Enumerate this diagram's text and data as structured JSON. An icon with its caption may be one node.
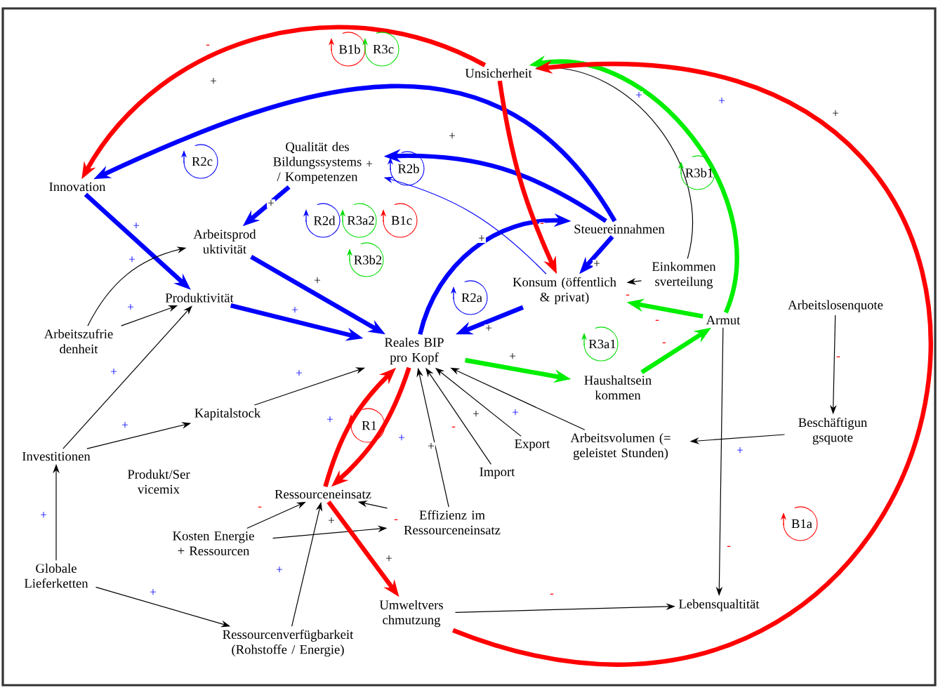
{
  "diagram": {
    "nodes": [
      {
        "text": [
          "Unsicherheit"
        ]
      },
      {
        "text": [
          "Innovation"
        ]
      },
      {
        "text": [
          "Qualität des Bildungssystems / Kompetenzen"
        ]
      },
      {
        "text": [
          "Arbeitsprod uktivität"
        ]
      },
      {
        "text": [
          "Steuereinnahmen"
        ]
      },
      {
        "text": [
          "Einkommen sverteilung"
        ]
      },
      {
        "text": [
          "Konsum (öffentlich & privat)"
        ]
      },
      {
        "text": [
          "Produktivität"
        ]
      },
      {
        "text": [
          "Arbeitszufrie denheit"
        ]
      },
      {
        "text": [
          "Armut"
        ]
      },
      {
        "text": [
          "Arbeitslosenquote"
        ]
      },
      {
        "text": [
          "Reales BIP pro Kopf"
        ]
      },
      {
        "text": [
          "Haushaltsein kommen"
        ]
      },
      {
        "text": [
          "Kapitalstock"
        ]
      },
      {
        "text": [
          "Investitionen"
        ]
      },
      {
        "text": [
          "Beschäftigun gsquote"
        ]
      },
      {
        "text": [
          "Arbeitsvolumen (= geleistet Stunden)"
        ]
      },
      {
        "text": [
          "Export"
        ]
      },
      {
        "text": [
          "Import"
        ]
      },
      {
        "text": [
          "Ressourceneinsatz"
        ]
      },
      {
        "text": [
          "Effizienz im Ressourceneinsatz"
        ]
      },
      {
        "text": [
          "Kosten Energie + Ressourcen"
        ]
      },
      {
        "text": [
          "Globale Lieferketten"
        ]
      },
      {
        "text": [
          "Umweltvers chmutzung"
        ]
      },
      {
        "text": [
          "Lebensqualtität"
        ]
      },
      {
        "text": [
          "Ressourcenverfügbarkeit (Rohstoffe / Energie)"
        ]
      }
    ],
    "edges": [
      {
        "from": 0,
        "to": 1,
        "arrow": "to",
        "label": "-",
        "style": "thick",
        "color": "#ff0000"
      },
      {
        "from": 4,
        "to": 1,
        "arrow": "to",
        "label": "+",
        "style": "thick",
        "color": "#0000ff"
      },
      {
        "from": 4,
        "to": 2,
        "arrow": "to",
        "label": "+",
        "style": "thick",
        "color": "#0000ff"
      },
      {
        "from": 6,
        "to": 2,
        "arrow": "to",
        "label": "+",
        "color": "#0000ff"
      },
      {
        "from": 2,
        "to": 3,
        "arrow": "to",
        "label": "+",
        "style": "thick",
        "color": "#0000ff"
      },
      {
        "from": 1,
        "to": 7,
        "arrow": "to",
        "label": "+",
        "style": "thick",
        "color": "#0000ff"
      },
      {
        "from": 8,
        "to": 3,
        "arrow": "to",
        "label": "+"
      },
      {
        "from": 8,
        "to": 7,
        "arrow": "to",
        "label": "+"
      },
      {
        "from": 14,
        "to": 7,
        "arrow": "to",
        "label": "+"
      },
      {
        "from": 3,
        "to": 11,
        "arrow": "to",
        "label": "+",
        "style": "thick",
        "color": "#0000ff"
      },
      {
        "from": 7,
        "to": 11,
        "arrow": "to",
        "label": "+",
        "style": "thick",
        "color": "#0000ff"
      },
      {
        "from": 11,
        "to": 4,
        "arrow": "to",
        "label": "+",
        "style": "thick",
        "color": "#0000ff"
      },
      {
        "from": 4,
        "to": 6,
        "arrow": "to",
        "label": "+",
        "style": "thick",
        "color": "#0000ff"
      },
      {
        "from": 6,
        "to": 11,
        "arrow": "to",
        "label": "+",
        "style": "thick",
        "color": "#0000ff"
      },
      {
        "from": 0,
        "to": 6,
        "arrow": "to",
        "label": "-",
        "style": "thick",
        "color": "#ff0000"
      },
      {
        "from": 5,
        "to": 0,
        "arrow": "to",
        "label": "+"
      },
      {
        "from": 5,
        "to": 6,
        "arrow": "to",
        "label": "-"
      },
      {
        "from": 9,
        "to": 0,
        "arrow": "to",
        "label": "+",
        "style": "thick",
        "color": "#00ee00"
      },
      {
        "from": 9,
        "to": 6,
        "arrow": "to",
        "label": "-",
        "style": "thick",
        "color": "#00ee00"
      },
      {
        "from": 12,
        "to": 9,
        "arrow": "to",
        "label": "-",
        "style": "thick",
        "color": "#00ee00"
      },
      {
        "from": 11,
        "to": 12,
        "arrow": "to",
        "label": "+",
        "style": "thick",
        "color": "#00ee00"
      },
      {
        "from": 9,
        "to": 24,
        "arrow": "to",
        "label": "-"
      },
      {
        "from": 10,
        "to": 15,
        "arrow": "to",
        "label": "-"
      },
      {
        "from": 15,
        "to": 16,
        "arrow": "to",
        "label": "+"
      },
      {
        "from": 16,
        "to": 11,
        "arrow": "to",
        "label": "+"
      },
      {
        "from": 17,
        "to": 11,
        "arrow": "to",
        "label": "+"
      },
      {
        "from": 18,
        "to": 11,
        "arrow": "to",
        "label": "-"
      },
      {
        "from": 20,
        "to": 11,
        "arrow": "to",
        "label": "+"
      },
      {
        "from": 13,
        "to": 11,
        "arrow": "to",
        "label": "+"
      },
      {
        "from": 14,
        "to": 13,
        "arrow": "to",
        "label": "+"
      },
      {
        "from": 22,
        "to": 14,
        "arrow": "to",
        "label": "+"
      },
      {
        "from": 22,
        "to": 25,
        "arrow": "to",
        "label": "+"
      },
      {
        "from": 25,
        "to": 19,
        "arrow": "to",
        "label": "+"
      },
      {
        "from": 21,
        "to": 19,
        "arrow": "to",
        "label": "-"
      },
      {
        "from": 21,
        "to": 20,
        "arrow": "to",
        "label": "+"
      },
      {
        "from": 20,
        "to": 19,
        "arrow": "to",
        "label": "-"
      },
      {
        "from": 19,
        "to": 11,
        "arrow": "to",
        "label": "+",
        "style": "thick",
        "color": "#ff0000"
      },
      {
        "from": 11,
        "to": 19,
        "arrow": "to",
        "label": "+",
        "style": "thick",
        "color": "#ff0000"
      },
      {
        "from": 19,
        "to": 23,
        "arrow": "to",
        "label": "+",
        "style": "thick",
        "color": "#ff0000"
      },
      {
        "from": 23,
        "to": 24,
        "arrow": "to",
        "label": "-"
      },
      {
        "from": 23,
        "to": 0,
        "arrow": "to",
        "label": "+",
        "style": "thick",
        "color": "#ff0000"
      }
    ],
    "labels": [
      "B1b",
      "R3c",
      "R2c",
      "R2b",
      "R3b1",
      "R2d",
      "R3a2",
      "B1c",
      "R3b2",
      "R2a",
      "R3a1",
      "R1",
      "Produkt/Ser vicemix",
      "B1a"
    ]
  }
}
